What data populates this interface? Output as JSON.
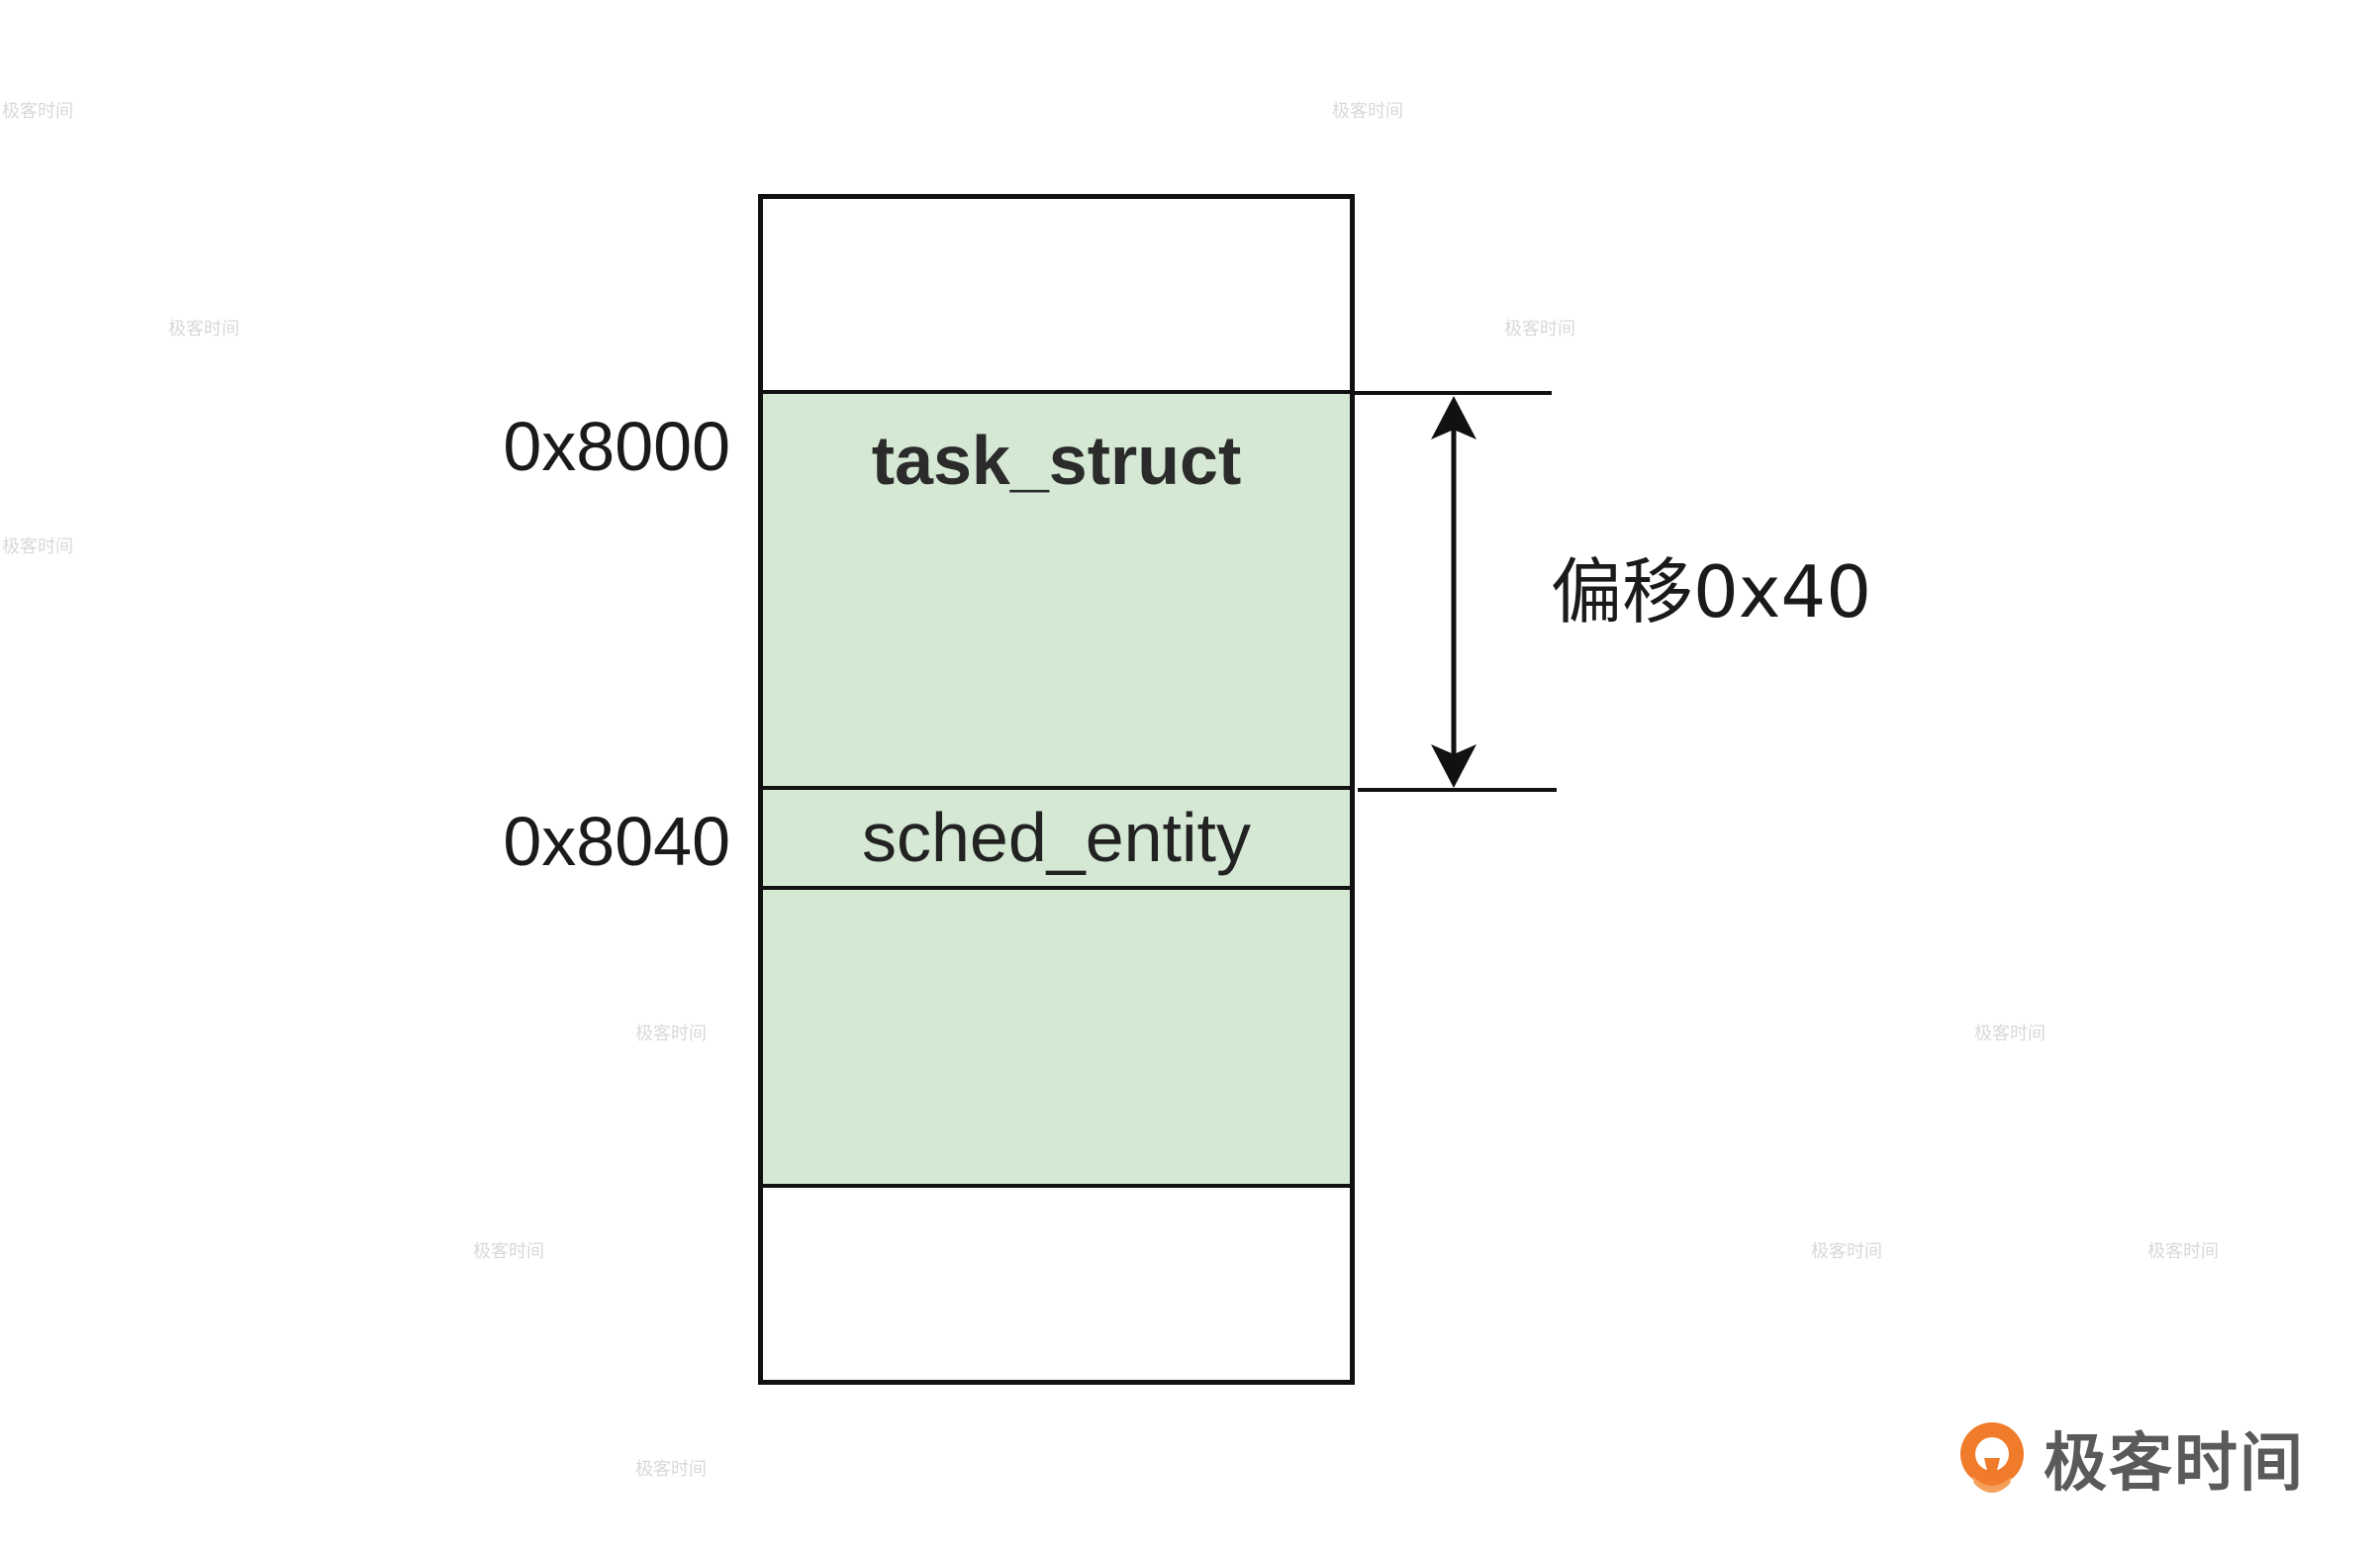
{
  "regions": {
    "task_struct": "task_struct",
    "sched_entity": "sched_entity"
  },
  "addresses": {
    "start": "0x8000",
    "field": "0x8040"
  },
  "offset": {
    "label": "偏移0x40"
  },
  "colors": {
    "region_fill": "#d5e8d4",
    "stroke": "#111111",
    "brand_orange": "#f07b2a"
  },
  "brand": {
    "name": "极客时间",
    "watermark": "极客时间",
    "logo_icon": "geektime-logo-icon"
  }
}
